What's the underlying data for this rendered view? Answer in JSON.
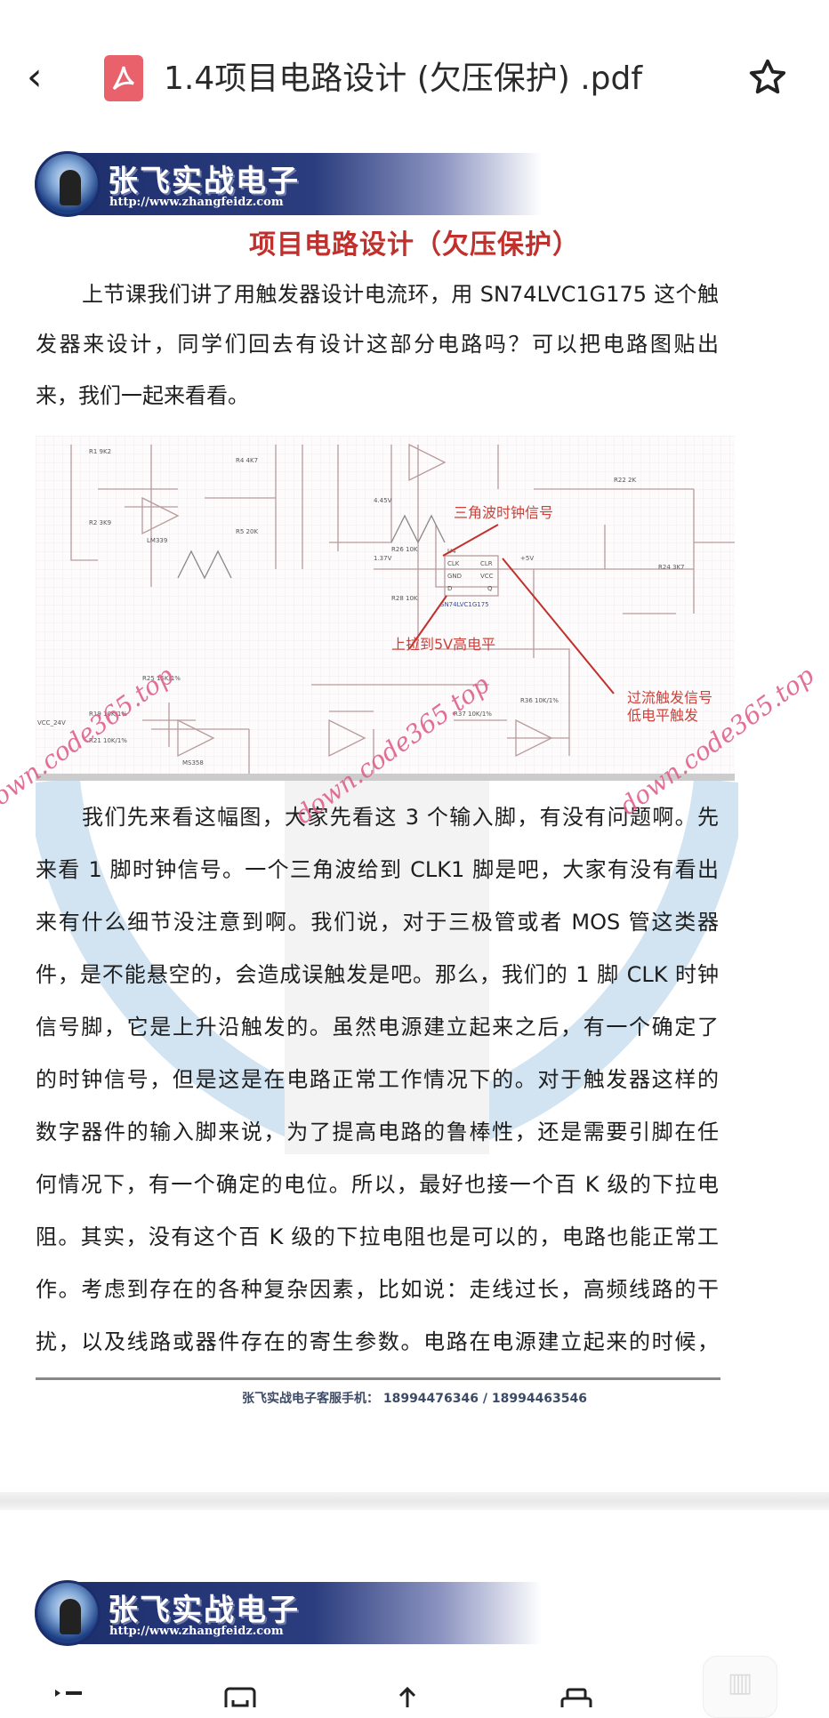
{
  "header": {
    "title": "1.4项目电路设计 (欠压保护) .pdf",
    "back_icon": "chevron-left-icon",
    "file_icon": "pdf-icon",
    "favorite_icon": "star-icon"
  },
  "banner": {
    "brand": "张飞实战电子",
    "url": "http://www.zhangfeidz.com"
  },
  "document": {
    "title": "项目电路设计（欠压保护）",
    "paragraph1": [
      "上节课我们讲了用触发器设计电流环，用 SN74LVC1G175 这个触",
      "发器来设计，同学们回去有设计这部分电路吗？可以把电路图贴出",
      "来，我们一起来看看。"
    ],
    "circuit": {
      "annotation_clock": "三角波时钟信号",
      "annotation_pullup": "上拉到5V高电平",
      "annotation_trigger_1": "过流触发信号",
      "annotation_trigger_2": "低电平触发",
      "chip": "SN74LVC1G175",
      "chip_ref": "U4",
      "pins": [
        "CLK",
        "GND",
        "D",
        "CLR",
        "VCC",
        "Q"
      ],
      "vcc_label": "VCC_24V",
      "opamp_1": "LM339",
      "opamp_2": "MS358",
      "v_high": "4.45V",
      "v_low": "1.37V",
      "plus5": "+5V",
      "resistors": [
        "R1 9K2",
        "R2 3K9",
        "R4 4K7",
        "R5 20K",
        "R19 10K/1%",
        "R21 10K/1%",
        "R25 15K/1%",
        "R22 2K",
        "R24 3K7",
        "R26 10K",
        "R28 10K",
        "R36 10K/1%",
        "R37 10K/1%"
      ]
    },
    "paragraph2": [
      "我们先来看这幅图，大家先看这 3 个输入脚，有没有问题啊。先",
      "来看 1 脚时钟信号。一个三角波给到 CLK1 脚是吧，大家有没有看出",
      "来有什么细节没注意到啊。我们说，对于三极管或者 MOS 管这类器",
      "件，是不能悬空的，会造成误触发是吧。那么，我们的 1 脚 CLK 时钟",
      "信号脚，它是上升沿触发的。虽然电源建立起来之后，有一个确定了",
      "的时钟信号，但是这是在电路正常工作情况下的。对于触发器这样的",
      "数字器件的输入脚来说，为了提高电路的鲁棒性，还是需要引脚在任",
      "何情况下，有一个确定的电位。所以，最好也接一个百 K 级的下拉电",
      "阻。其实，没有这个百 K 级的下拉电阻也是可以的，电路也能正常工",
      "作。考虑到存在的各种复杂因素，比如说：走线过长，高频线路的干",
      "扰，以及线路或器件存在的寄生参数。电路在电源建立起来的时候，"
    ],
    "footer": "张飞实战电子客服手机：  18994476346 / 18994463546",
    "watermark": "down.code365.top"
  },
  "toolbar": {
    "icons": [
      "outline-icon",
      "annotate-icon",
      "share-icon",
      "print-icon"
    ],
    "fab_icon": "reading-mode-icon"
  },
  "colors": {
    "accent_red": "#c0302c",
    "pdf_red": "#e8616b",
    "banner_blue": "#1c2d6b",
    "watermark": "#e0608a"
  }
}
